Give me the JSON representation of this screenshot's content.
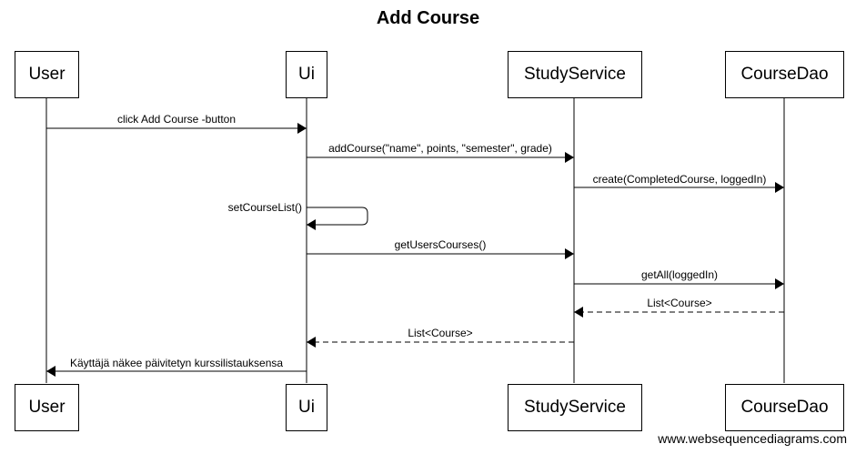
{
  "title": "Add Course",
  "participants": [
    "User",
    "Ui",
    "StudyService",
    "CourseDao"
  ],
  "messages": [
    {
      "from": "User",
      "to": "Ui",
      "label": "click Add Course -button",
      "style": "solid"
    },
    {
      "from": "Ui",
      "to": "StudyService",
      "label": "addCourse(\"name\", points, \"semester\", grade)",
      "style": "solid"
    },
    {
      "from": "StudyService",
      "to": "CourseDao",
      "label": "create(CompletedCourse, loggedIn)",
      "style": "solid"
    },
    {
      "from": "Ui",
      "to": "Ui",
      "label": "setCourseList()",
      "style": "solid"
    },
    {
      "from": "Ui",
      "to": "StudyService",
      "label": "getUsersCourses()",
      "style": "solid"
    },
    {
      "from": "StudyService",
      "to": "CourseDao",
      "label": "getAll(loggedIn)",
      "style": "solid"
    },
    {
      "from": "CourseDao",
      "to": "StudyService",
      "label": "List<Course>",
      "style": "dashed"
    },
    {
      "from": "StudyService",
      "to": "Ui",
      "label": "List<Course>",
      "style": "dashed"
    },
    {
      "from": "Ui",
      "to": "User",
      "label": "Käyttäjä näkee päivitetyn kurssilistauksensa",
      "style": "solid"
    }
  ],
  "credit": "www.websequencediagrams.com"
}
